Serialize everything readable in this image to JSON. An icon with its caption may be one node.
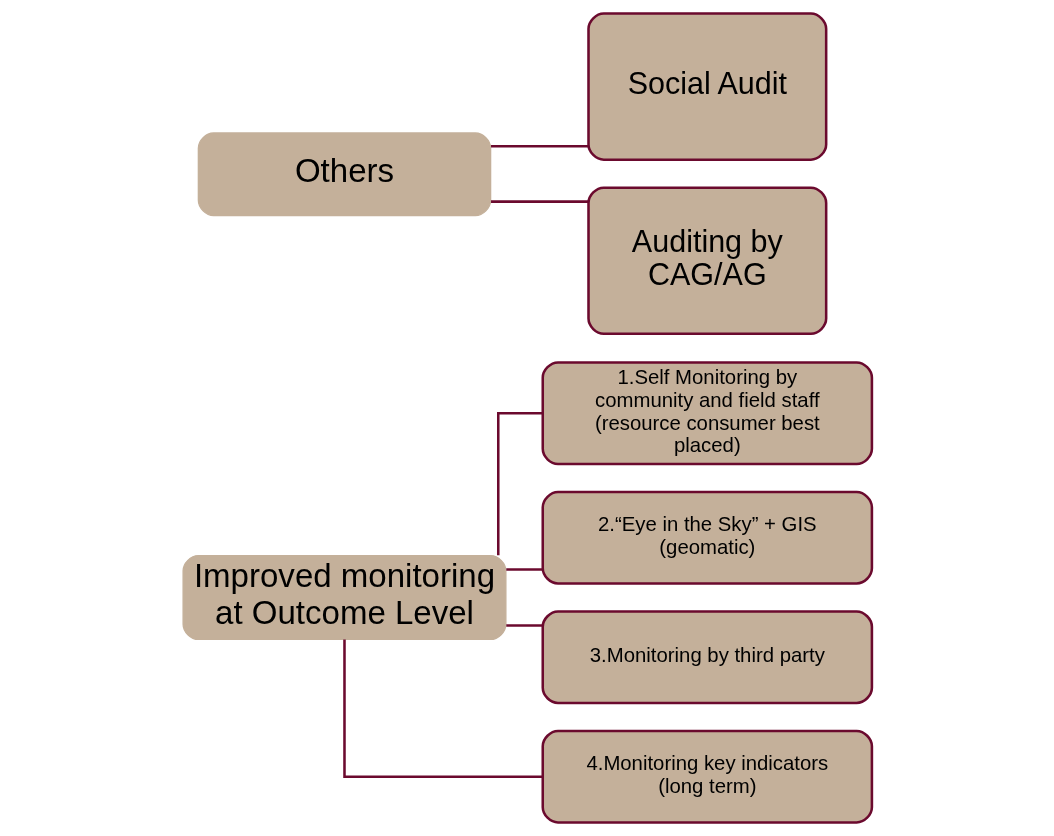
{
  "diagram": {
    "nodes": [
      {
        "text": [
          "Improved monitoring at Outcome Level"
        ]
      },
      {
        "text": [
          "1.Self Monitoring by community and field staff (resource consumer best placed)"
        ]
      },
      {
        "text": [
          "2.“Eye in the Sky” + GIS (geomatic)"
        ]
      },
      {
        "text": [
          "3.Monitoring by third party"
        ]
      },
      {
        "text": [
          "4.Monitoring key indicators (long term)"
        ]
      },
      {
        "text": [
          "Others"
        ]
      },
      {
        "text": [
          "Social Audit"
        ]
      },
      {
        "text": [
          "Auditing by CAG/AG"
        ]
      }
    ],
    "edges": [
      {
        "from": 0,
        "to": 1,
        "arrow": "none"
      },
      {
        "from": 0,
        "to": 2,
        "arrow": "none"
      },
      {
        "from": 0,
        "to": 3,
        "arrow": "none"
      },
      {
        "from": 0,
        "to": 4,
        "arrow": "none"
      },
      {
        "from": 5,
        "to": 6,
        "arrow": "none"
      },
      {
        "from": 5,
        "to": 7,
        "arrow": "none"
      }
    ]
  }
}
